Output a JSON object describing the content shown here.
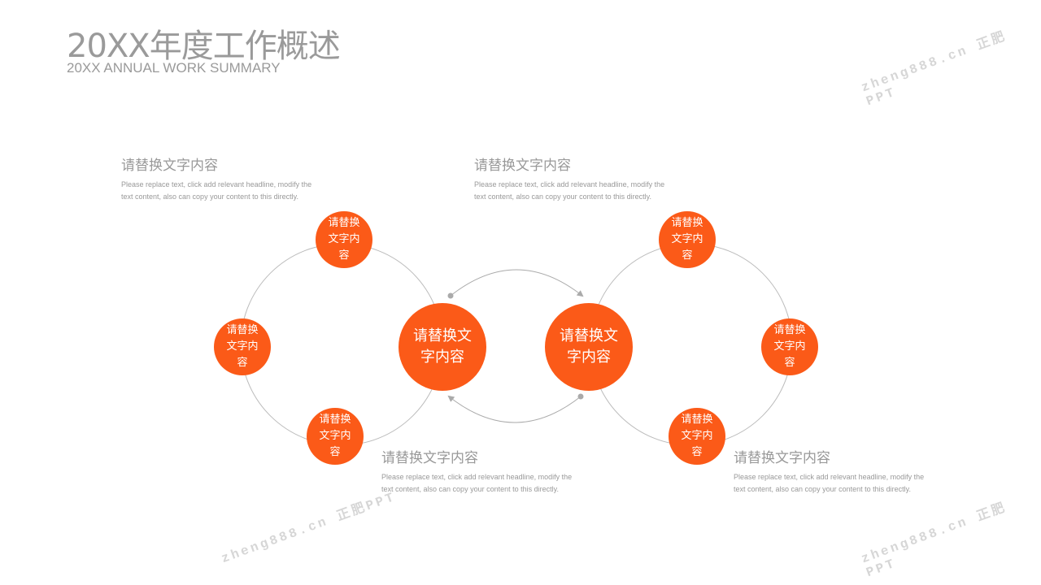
{
  "header": {
    "title": "20XX年度工作概述",
    "subtitle": "20XX ANNUAL WORK SUMMARY"
  },
  "colors": {
    "accent": "#fb5a18",
    "line": "#aaaaaa",
    "text": "#999999"
  },
  "circles": {
    "small_label": "请替换文字内容",
    "big_label": "请替换文字内容"
  },
  "text_blocks": [
    {
      "heading": "请替换文字内容",
      "body": "Please replace text, click add relevant headline, modify the text content, also can copy your content to this directly."
    },
    {
      "heading": "请替换文字内容",
      "body": "Please replace text, click add relevant headline, modify the text content, also can copy your content to this directly."
    },
    {
      "heading": "请替换文字内容",
      "body": "Please replace text, click add relevant headline, modify the text content, also can copy your content to this directly."
    },
    {
      "heading": "请替换文字内容",
      "body": "Please replace text, click add relevant headline, modify the text content, also can copy your content to this directly."
    }
  ],
  "watermark": "zheng888.cn 正肥PPT"
}
